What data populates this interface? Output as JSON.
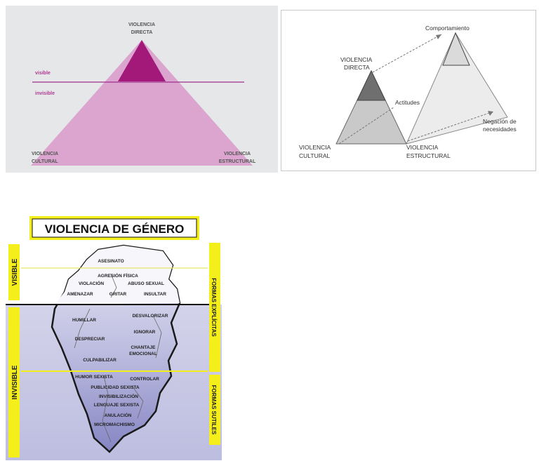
{
  "panel1": {
    "apex_line1": "VIOLENCIA",
    "apex_line2": "DIRECTA",
    "visible": "visible",
    "invisible": "invisible",
    "left_line1": "VIOLENCIA",
    "left_line2": "CULTURAL",
    "right_line1": "VIOLENCIA",
    "right_line2": "ESTRUCTURAL",
    "colors": {
      "apex": "#a3197a",
      "base": "#dba5cf",
      "line": "#9e2e8a",
      "label": "#b03a92"
    }
  },
  "panel2": {
    "comportamiento": "Comportamiento",
    "directa_line1": "VIOLENCIA",
    "directa_line2": "DIRECTA",
    "actitudes": "Actitudes",
    "negacion_line1": "Negación de",
    "negacion_line2": "necesidades",
    "cultural_line1": "VIOLENCIA",
    "cultural_line2": "CULTURAL",
    "estructural_line1": "VIOLENCIA",
    "estructural_line2": "ESTRUCTURAL"
  },
  "panel3": {
    "title": "VIOLENCIA DE GÉNERO",
    "side_visible": "VISIBLE",
    "side_invisible": "INVISIBLE",
    "side_explicitas": "FORMAS EXPLÍCITAS",
    "side_sutiles": "FORMAS SUTILES",
    "tip_words": {
      "asesinato": "ASESINATO",
      "agresion": "AGRESIÓN FÍSICA",
      "violacion": "VIOLACIÓN",
      "abuso": "ABUSO SEXUAL",
      "amenazar": "AMENAZAR",
      "gritar": "GRITAR",
      "insultar": "INSULTAR"
    },
    "middle_words": {
      "humillar": "HUMILLAR",
      "desvalorizar": "DESVALORIZAR",
      "ignorar": "IGNORAR",
      "despreciar": "DESPRECIAR",
      "chantaje1": "CHANTAJE",
      "chantaje2": "EMOCIONAL",
      "culpabilizar": "CULPABILIZAR"
    },
    "subtle_words": {
      "humor": "HUMOR SEXISTA",
      "controlar": "CONTROLAR",
      "publicidad": "PUBLICIDAD SEXISTA",
      "invisibilizacion": "INVISIBILIZACIÓN",
      "lenguaje": "LENGUAJE SEXISTA",
      "anulacion": "ANULACIÓN",
      "micromachismo": "MICROMACHISMO"
    },
    "colors": {
      "yellow": "#f4ef1a",
      "water": "#c9c9e4",
      "water_deep": "#9b9bcf",
      "ice": "#ffffff"
    }
  }
}
